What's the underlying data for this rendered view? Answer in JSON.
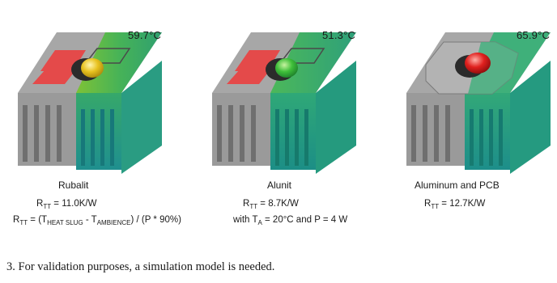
{
  "panels": [
    {
      "temperature": "59.7°C",
      "material": "Rubalit",
      "rth": {
        "r": "R",
        "sub": "TT",
        "value": " = 11.0K/W"
      },
      "formula": {
        "r": "R",
        "rsub": "TT",
        "eq": " = (T",
        "hs": "HEAT SLUG",
        "minus": " - T",
        "amb": "AMBIENCE",
        "tail": ") / (P * 90%)"
      },
      "led_color": "#e8c21f"
    },
    {
      "temperature": "51.3°C",
      "material": "Alunit",
      "rth": {
        "r": "R",
        "sub": "TT",
        "value": " = 8.7K/W"
      },
      "condition": {
        "prefix": "with T",
        "sub": "A",
        "tail": " = 20°C and P = 4 W"
      },
      "led_color": "#3fbf3a"
    },
    {
      "temperature": "65.9°C",
      "material": "Aluminum and PCB",
      "rth": {
        "r": "R",
        "sub": "TT",
        "value": " = 12.7K/W"
      },
      "led_color": "#e0201e"
    }
  ],
  "caption": "3. For validation purposes, a simulation model is needed."
}
